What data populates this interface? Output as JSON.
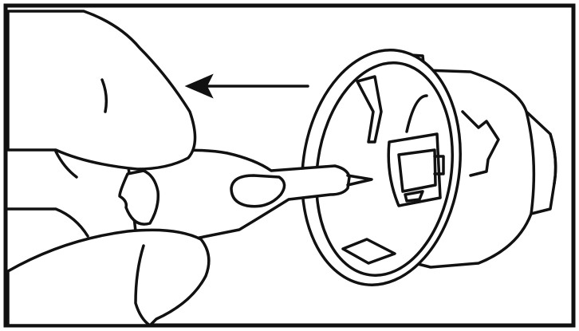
{
  "illustration": {
    "line_color": "#111111",
    "fill_color": "#ffffff",
    "objects": [
      "thumb",
      "index-finger",
      "lancet-device",
      "protective-cap",
      "arrow"
    ],
    "arrow_direction": "left"
  }
}
